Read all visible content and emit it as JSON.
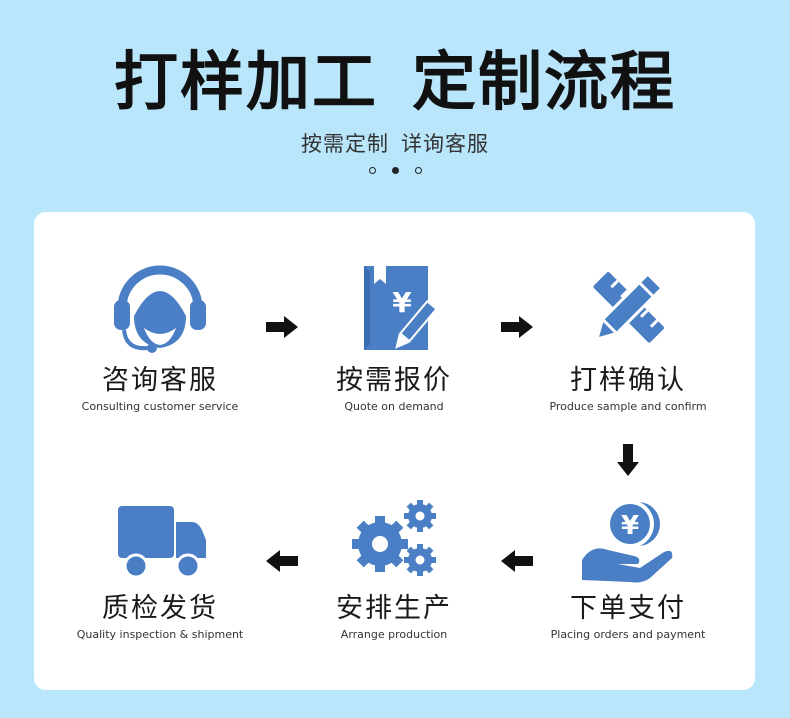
{
  "header": {
    "title_left": "打样加工",
    "title_right": "定制流程",
    "subtitle_left": "按需定制",
    "subtitle_right": "详询客服"
  },
  "pagination": {
    "count": 3,
    "active_index": 1
  },
  "colors": {
    "background": "#b9e6fb",
    "card": "#ffffff",
    "icon_blue": "#4a7fc5",
    "arrow": "#111111"
  },
  "steps": [
    {
      "cn": "咨询客服",
      "en": "Consulting customer service",
      "icon": "headset-agent-icon"
    },
    {
      "cn": "按需报价",
      "en": "Quote on demand",
      "icon": "price-notebook-icon"
    },
    {
      "cn": "打样确认",
      "en": "Produce sample and confirm",
      "icon": "ruler-pencil-icon"
    },
    {
      "cn": "下单支付",
      "en": "Placing orders and payment",
      "icon": "hand-coin-icon"
    },
    {
      "cn": "安排生产",
      "en": "Arrange production",
      "icon": "gears-icon"
    },
    {
      "cn": "质检发货",
      "en": "Quality inspection & shipment",
      "icon": "delivery-truck-icon"
    }
  ]
}
